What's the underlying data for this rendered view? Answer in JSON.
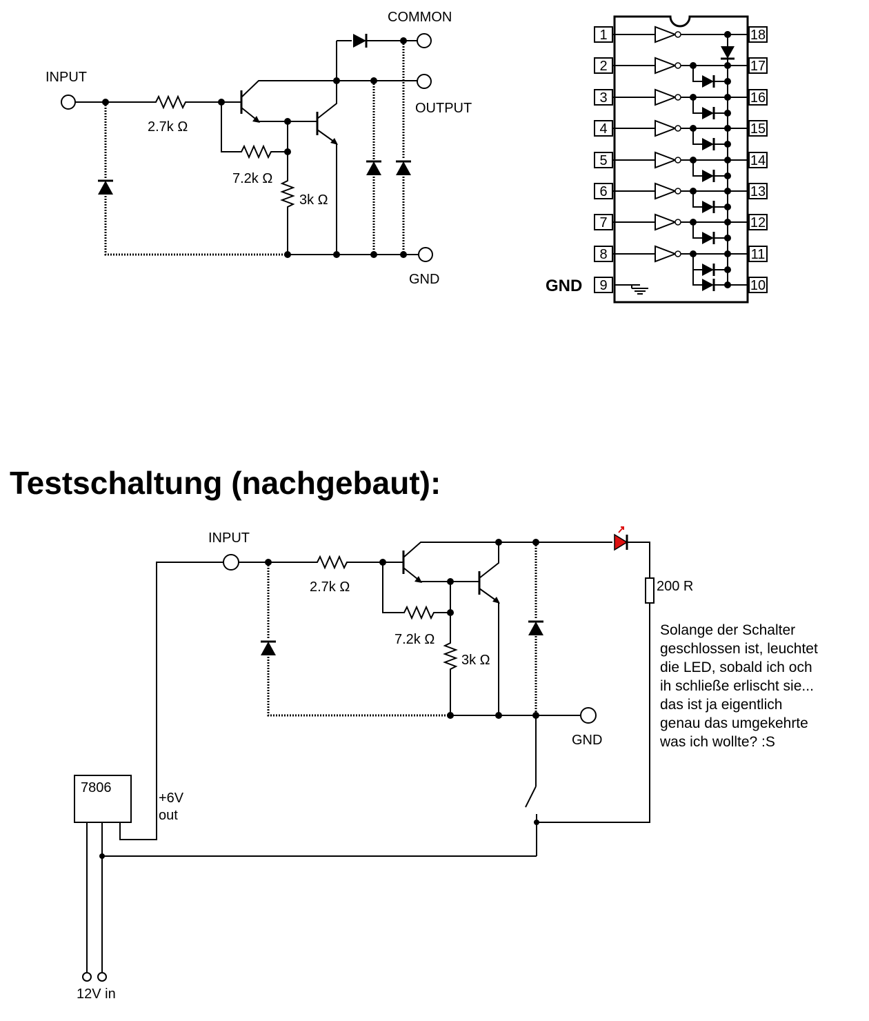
{
  "top_schematic": {
    "input_label": "INPUT",
    "common_label": "COMMON",
    "output_label": "OUTPUT",
    "gnd_label": "GND",
    "r1_label": "2.7k Ω",
    "r2_label": "7.2k Ω",
    "r3_label": "3k Ω"
  },
  "ic_pinout": {
    "left_pins": [
      "1",
      "2",
      "3",
      "4",
      "5",
      "6",
      "7",
      "8",
      "9"
    ],
    "right_pins": [
      "18",
      "17",
      "16",
      "15",
      "14",
      "13",
      "12",
      "11",
      "10"
    ],
    "gnd_label": "GND"
  },
  "heading": "Testschaltung (nachgebaut):",
  "test_circuit": {
    "input_label": "INPUT",
    "r1_label": "2.7k Ω",
    "r2_label": "7.2k Ω",
    "r3_label": "3k Ω",
    "gnd_label": "GND",
    "regulator_label": "7806",
    "regulator_out_label_1": "+6V",
    "regulator_out_label_2": "out",
    "resistor_label": "200 R",
    "supply_label": "12V in",
    "led_color": "#dd1111",
    "note": "Solange der Schalter\ngeschlossen ist, leuchtet\ndie LED, sobald ich och\nih  schließe erlischt sie...\ndas ist ja eigentlich\ngenau das umgekehrte\nwas ich wollte? :S"
  }
}
